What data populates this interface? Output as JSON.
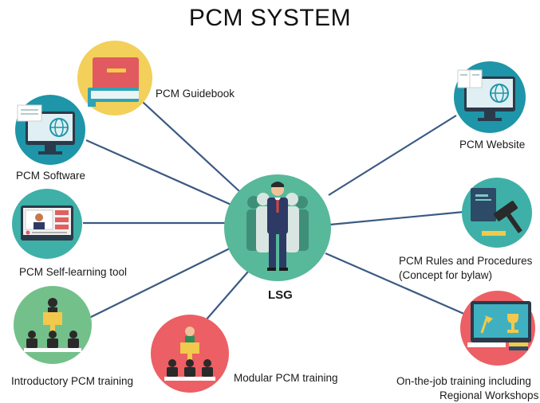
{
  "title": "PCM SYSTEM",
  "hub": {
    "label": "LSG",
    "icon": "people-group-icon",
    "color": "#58b89a"
  },
  "nodes": [
    {
      "id": "guidebook",
      "label": "PCM Guidebook",
      "icon": "book-icon",
      "color": "#f2d05a"
    },
    {
      "id": "software",
      "label": "PCM Software",
      "icon": "monitor-globe-icon",
      "color": "#1e95a8"
    },
    {
      "id": "selflearn",
      "label": "PCM Self-learning tool",
      "icon": "video-player-icon",
      "color": "#3fb0a8"
    },
    {
      "id": "intro",
      "label": "Introductory PCM training",
      "icon": "classroom-icon",
      "color": "#74c08a"
    },
    {
      "id": "modular",
      "label": "Modular PCM training",
      "icon": "presentation-icon",
      "color": "#ec5f64"
    },
    {
      "id": "website",
      "label": "PCM Website",
      "icon": "monitor-book-icon",
      "color": "#1e95a8"
    },
    {
      "id": "rules",
      "label_line1": "PCM Rules and Procedures",
      "label_line2": "(Concept for bylaw)",
      "icon": "gavel-icon",
      "color": "#3fb0a8"
    },
    {
      "id": "ojt",
      "label_line1": "On-the-job training including",
      "label_line2": "Regional Workshops",
      "icon": "desk-lamp-icon",
      "color": "#ec5f64"
    }
  ],
  "line_color": "#3a5a82"
}
